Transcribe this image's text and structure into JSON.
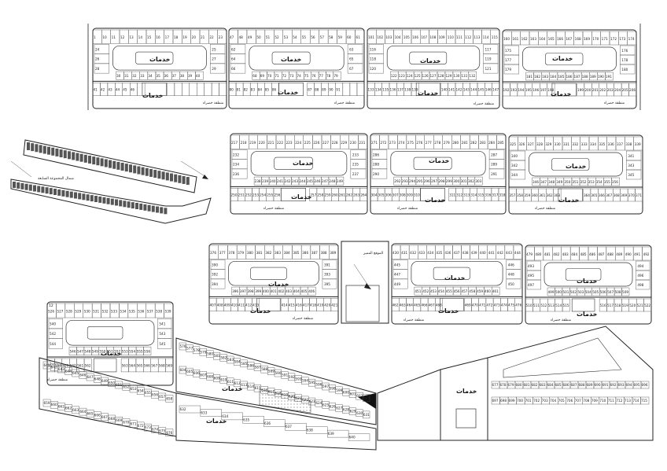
{
  "labels": {
    "services": "خدمات",
    "green_area": "منطقة خضراء",
    "site_location": "الموقع المميز",
    "key_map_title": "شمال المجموعة السابعة",
    "corner_mark": "12"
  },
  "plot_numbers": {
    "blockA": [
      "1",
      "10",
      "11",
      "12",
      "13",
      "14",
      "15",
      "16",
      "17",
      "18",
      "19",
      "20",
      "21",
      "22",
      "23",
      "24",
      "25",
      "26",
      "27",
      "28",
      "29",
      "30",
      "31",
      "32",
      "33",
      "34",
      "35",
      "36",
      "37",
      "38",
      "39",
      "40",
      "41",
      "42",
      "43",
      "44",
      "45",
      "46"
    ],
    "blockB": [
      "47",
      "48",
      "49",
      "50",
      "51",
      "52",
      "53",
      "54",
      "55",
      "56",
      "57",
      "58",
      "59",
      "60",
      "61",
      "62",
      "63",
      "64",
      "65",
      "66",
      "67",
      "68",
      "69",
      "70",
      "71",
      "72",
      "73",
      "74",
      "75",
      "76",
      "77",
      "78",
      "79",
      "80",
      "81",
      "82",
      "83",
      "84",
      "85",
      "86",
      "87",
      "88",
      "89",
      "90",
      "91"
    ],
    "blockC": [
      "101",
      "102",
      "103",
      "104",
      "105",
      "106",
      "107",
      "108",
      "109",
      "110",
      "111",
      "112",
      "113",
      "114",
      "115",
      "116",
      "117",
      "118",
      "119",
      "120",
      "121",
      "122",
      "123",
      "124",
      "125",
      "126",
      "127",
      "128",
      "129",
      "130",
      "131",
      "132",
      "133",
      "134",
      "135",
      "136",
      "137",
      "138",
      "139",
      "140",
      "141",
      "142",
      "143",
      "144",
      "145",
      "146",
      "147",
      "148",
      "149",
      "150",
      "151",
      "152",
      "153",
      "154",
      "155",
      "156",
      "157",
      "158",
      "159"
    ],
    "blockD": [
      "160",
      "161",
      "162",
      "163",
      "164",
      "165",
      "166",
      "167",
      "168",
      "169",
      "170",
      "171",
      "172",
      "173",
      "174",
      "175",
      "176",
      "177",
      "178",
      "179",
      "180",
      "181",
      "182",
      "183",
      "184",
      "185",
      "186",
      "187",
      "188",
      "189",
      "190",
      "191",
      "192",
      "193",
      "194",
      "195",
      "196",
      "197",
      "198",
      "199",
      "200",
      "201",
      "202",
      "203",
      "204",
      "205",
      "206",
      "207",
      "208",
      "209",
      "210"
    ],
    "blockE": [
      "217",
      "218",
      "219",
      "220",
      "221",
      "222",
      "223",
      "224",
      "225",
      "226",
      "227",
      "228",
      "229",
      "230",
      "231",
      "232",
      "233",
      "234",
      "235",
      "236",
      "237",
      "238",
      "239",
      "240",
      "241",
      "242",
      "243",
      "244",
      "245",
      "246",
      "247",
      "248",
      "249",
      "250",
      "251",
      "252",
      "253",
      "254",
      "255",
      "256",
      "257",
      "258",
      "259",
      "260",
      "261",
      "262",
      "263",
      "264",
      "265",
      "266",
      "267",
      "268",
      "269",
      "270"
    ],
    "blockF": [
      "271",
      "272",
      "273",
      "274",
      "275",
      "276",
      "277",
      "278",
      "279",
      "280",
      "281",
      "282",
      "283",
      "284",
      "285",
      "286",
      "287",
      "288",
      "289",
      "290",
      "291",
      "292",
      "293",
      "294",
      "295",
      "296",
      "297",
      "298",
      "299",
      "300",
      "301",
      "302",
      "303",
      "304",
      "305",
      "306",
      "307",
      "308",
      "309",
      "310",
      "311",
      "312",
      "313",
      "314",
      "315",
      "316",
      "317",
      "318",
      "319",
      "320",
      "321",
      "322",
      "323",
      "324"
    ],
    "blockG": [
      "325",
      "326",
      "327",
      "328",
      "329",
      "330",
      "331",
      "332",
      "333",
      "334",
      "335",
      "336",
      "337",
      "338",
      "339",
      "340",
      "341",
      "342",
      "343",
      "344",
      "345",
      "346",
      "347",
      "348",
      "349",
      "350",
      "351",
      "352",
      "353",
      "354",
      "355",
      "356",
      "357",
      "358",
      "359",
      "360",
      "361",
      "362",
      "363",
      "364",
      "365",
      "366",
      "367",
      "368",
      "369",
      "370",
      "371",
      "372",
      "373",
      "374",
      "375"
    ],
    "blockH": [
      "376",
      "377",
      "378",
      "379",
      "380",
      "381",
      "382",
      "383",
      "384",
      "385",
      "386",
      "387",
      "388",
      "389",
      "390",
      "391",
      "392",
      "393",
      "394",
      "395",
      "396",
      "397",
      "398",
      "399",
      "400",
      "401",
      "402",
      "403",
      "404",
      "405",
      "406",
      "407",
      "408",
      "409",
      "410",
      "411",
      "412",
      "413",
      "414",
      "415",
      "416",
      "417",
      "418",
      "419",
      "420",
      "421",
      "422",
      "423",
      "424",
      "425",
      "426",
      "427",
      "428",
      "429"
    ],
    "blockI": [
      "430",
      "431",
      "432",
      "433",
      "434",
      "435",
      "436",
      "437",
      "438",
      "439",
      "440",
      "441",
      "442",
      "443",
      "444",
      "445",
      "446",
      "447",
      "448",
      "449",
      "450",
      "451",
      "452",
      "453",
      "454",
      "455",
      "456",
      "457",
      "458",
      "459",
      "460",
      "461",
      "462",
      "463",
      "464",
      "465",
      "466",
      "467",
      "468",
      "469",
      "470",
      "471",
      "472",
      "473",
      "474",
      "475",
      "476",
      "477",
      "478"
    ],
    "blockJ": [
      "479",
      "480",
      "481",
      "482",
      "483",
      "484",
      "485",
      "486",
      "487",
      "488",
      "489",
      "490",
      "491",
      "492",
      "493",
      "494",
      "495",
      "496",
      "497",
      "498",
      "499",
      "500",
      "501",
      "502",
      "503",
      "504",
      "505",
      "506",
      "507",
      "508",
      "509",
      "510",
      "511",
      "512",
      "513",
      "514",
      "515",
      "516",
      "517",
      "518",
      "519",
      "520",
      "521",
      "522",
      "523",
      "524",
      "525"
    ],
    "blockK": [
      "526",
      "527",
      "528",
      "529",
      "530",
      "531",
      "532",
      "533",
      "534",
      "535",
      "536",
      "537",
      "538",
      "539",
      "540",
      "541",
      "542",
      "543",
      "544",
      "545",
      "546",
      "547",
      "548",
      "549",
      "550",
      "551",
      "552",
      "553",
      "554",
      "555",
      "556",
      "557",
      "558",
      "559",
      "560",
      "561",
      "562",
      "563",
      "564",
      "565",
      "566",
      "567",
      "568",
      "569",
      "570",
      "571",
      "572",
      "573",
      "574",
      "575"
    ],
    "blockL": [
      "576",
      "577",
      "578",
      "579",
      "580",
      "581",
      "582",
      "583",
      "584",
      "585",
      "586",
      "587",
      "588",
      "589",
      "590",
      "591",
      "592",
      "593",
      "594",
      "595",
      "596",
      "597",
      "598",
      "599",
      "600",
      "601",
      "602",
      "603",
      "604",
      "605",
      "606",
      "607",
      "608",
      "609",
      "610",
      "611",
      "612",
      "613",
      "614",
      "615",
      "616",
      "617",
      "618",
      "619",
      "620",
      "621",
      "622",
      "623",
      "624",
      "625",
      "626",
      "627",
      "628",
      "629",
      "630",
      "631",
      "632",
      "633",
      "634",
      "635",
      "636",
      "637",
      "638",
      "639",
      "640"
    ],
    "blockM": [
      "641",
      "642",
      "643",
      "644",
      "645",
      "646",
      "647",
      "648",
      "649",
      "650",
      "651",
      "652",
      "653",
      "654",
      "655",
      "656",
      "657",
      "658",
      "659",
      "660",
      "661",
      "662",
      "663",
      "664",
      "665",
      "666",
      "667",
      "668",
      "669",
      "670",
      "671",
      "672",
      "673",
      "674",
      "675",
      "676",
      "677",
      "678",
      "679",
      "680",
      "681",
      "682",
      "683",
      "684",
      "685",
      "686",
      "687",
      "688",
      "689",
      "690",
      "691",
      "692",
      "693",
      "694",
      "695",
      "696",
      "697",
      "698",
      "699",
      "700",
      "701",
      "702",
      "703",
      "704",
      "705",
      "706",
      "707",
      "708",
      "709",
      "710",
      "711",
      "712",
      "713",
      "714",
      "715"
    ]
  }
}
